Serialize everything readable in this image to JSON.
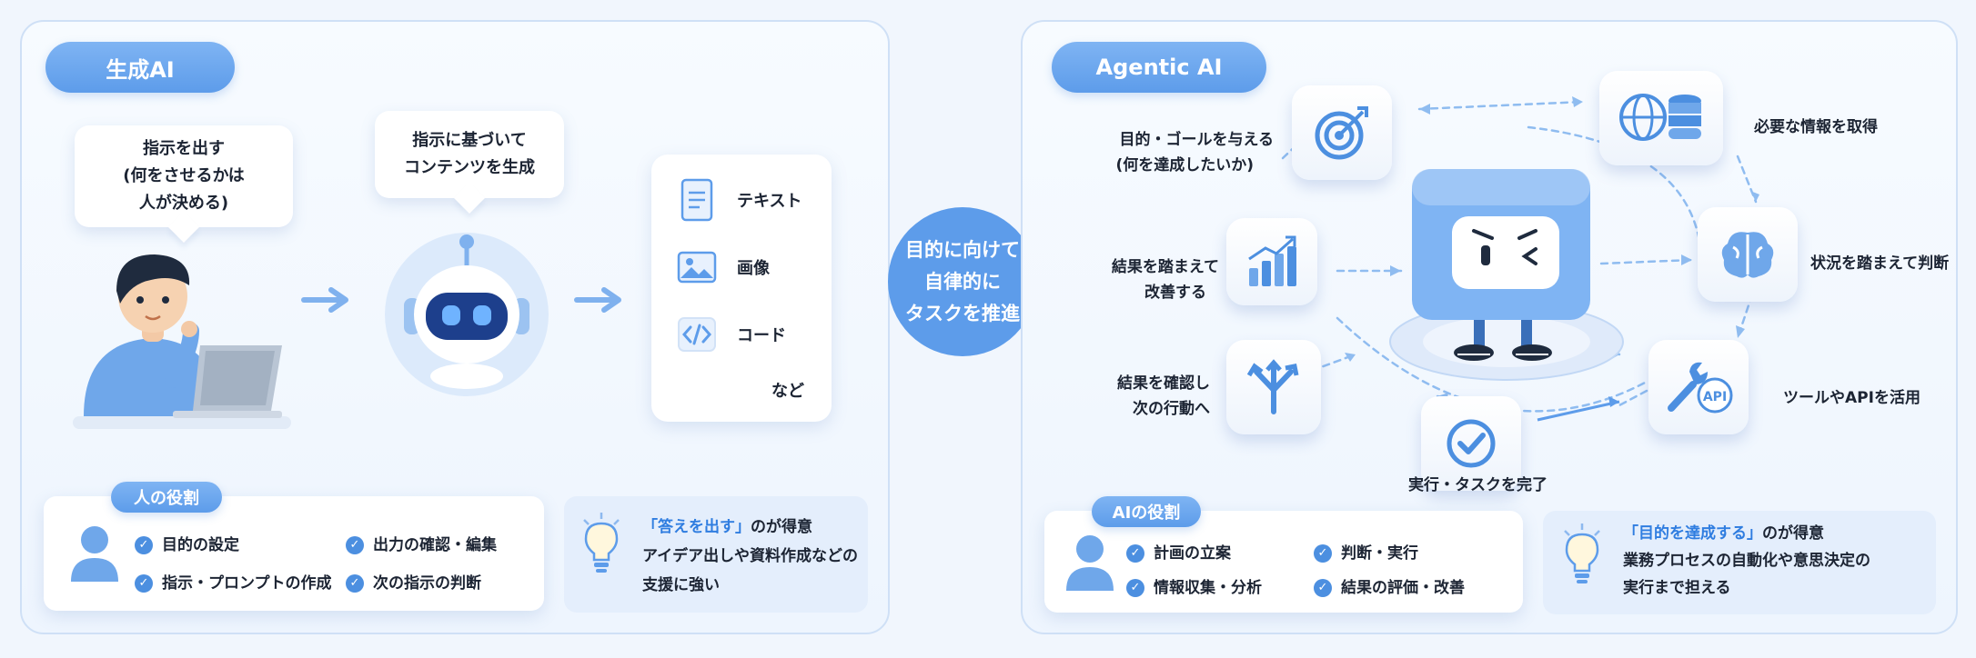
{
  "left": {
    "title": "生成AI",
    "bubble1": [
      "指示を出す",
      "(何をさせるかは",
      "人が決める)"
    ],
    "bubble2": [
      "指示に基づいて",
      "コンテンツを生成"
    ],
    "outputs": [
      {
        "label": "テキスト",
        "icon": "document-icon"
      },
      {
        "label": "画像",
        "icon": "image-icon"
      },
      {
        "label": "コード",
        "icon": "code-icon"
      }
    ],
    "outputs_more": "など",
    "role_title": "人の役割",
    "roles": [
      "目的の設定",
      "出力の確認・編集",
      "指示・プロンプトの作成",
      "次の指示の判断"
    ],
    "tip_highlight": "「答えを出す」",
    "tip_rest": "のが得意",
    "tip_lines": [
      "アイデア出しや資料作成などの",
      "支援に強い"
    ]
  },
  "center": {
    "lines": [
      "目的に向けて",
      "自律的に",
      "タスクを推進"
    ]
  },
  "right": {
    "title": "Agentic AI",
    "steps": {
      "goal": [
        "目的・ゴールを与える",
        "(何を達成したいか)"
      ],
      "info": [
        "必要な情報を取得"
      ],
      "judge": [
        "状況を踏まえて判断"
      ],
      "tool": [
        "ツールやAPIを活用"
      ],
      "execute": [
        "実行・タスクを完了"
      ],
      "confirm": [
        "結果を確認し",
        "次の行動へ"
      ],
      "improve": [
        "結果を踏まえて",
        "改善する"
      ]
    },
    "api_badge": "API",
    "role_title": "AIの役割",
    "roles": [
      "計画の立案",
      "判断・実行",
      "情報収集・分析",
      "結果の評価・改善"
    ],
    "tip_highlight": "「目的を達成する」",
    "tip_rest": "のが得意",
    "tip_lines": [
      "業務プロセスの自動化や意思決定の",
      "実行まで担える"
    ]
  },
  "colors": {
    "accent": "#5d9cea",
    "highlight": "#2f7de0",
    "check": "#4c8fe0"
  }
}
